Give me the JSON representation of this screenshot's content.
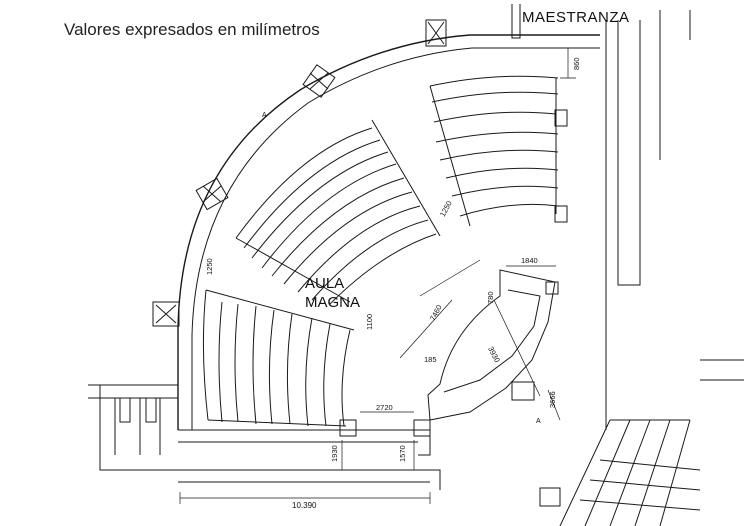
{
  "header": {
    "title": "Valores expresados en milímetros",
    "neighbor_room": "MAESTRANZA"
  },
  "room": {
    "name_line1": "AULA",
    "name_line2": "MAGNA"
  },
  "dimensions": {
    "d860": "860",
    "d1250_diag": "1250",
    "d1250_left": "1250",
    "d1840": "1840",
    "d780": "780",
    "d7460": "7460",
    "d1100": "1100",
    "d185": "185",
    "d3930": "3930",
    "d2720": "2720",
    "d3666": "3666",
    "d1930": "1930",
    "d1570": "1570",
    "d10390": "10.390"
  },
  "marks": {
    "section_a1": "A",
    "section_a2": "A"
  },
  "colors": {
    "line": "#1a1a1a",
    "paper": "#ffffff"
  }
}
